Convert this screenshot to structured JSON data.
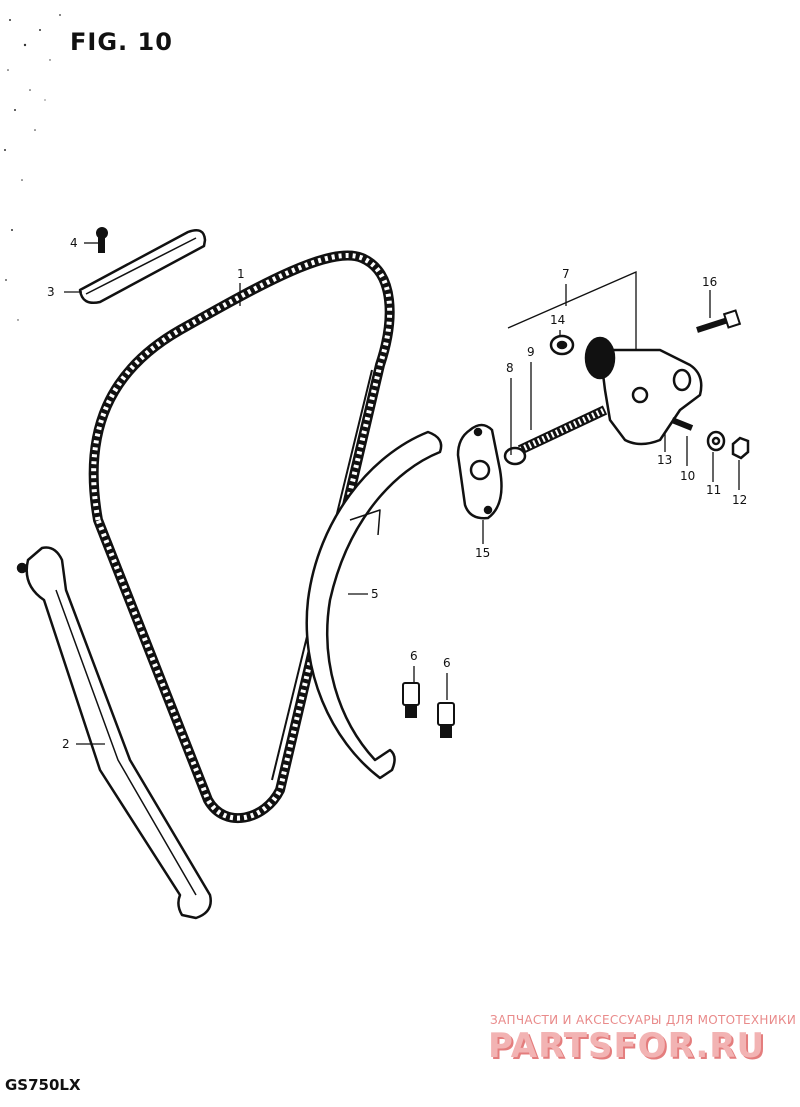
{
  "figure": {
    "title": "FIG. 10",
    "model": "GS750LX"
  },
  "callouts": {
    "p1": "1",
    "p2": "2",
    "p3": "3",
    "p4": "4",
    "p5": "5",
    "p6a": "6",
    "p6b": "6",
    "p7": "7",
    "p8": "8",
    "p9": "9",
    "p10": "10",
    "p11": "11",
    "p12": "12",
    "p13": "13",
    "p14": "14",
    "p15": "15",
    "p16": "16"
  },
  "watermark": {
    "tagline": "ЗАПЧАСТИ И АКСЕССУАРЫ ДЛЯ МОТОТЕХНИКИ",
    "logo": "PARTSFOR.RU",
    "colors": {
      "fill": "#f2b3b3",
      "shadow": "#e47d7d"
    }
  },
  "colors": {
    "ink": "#111111",
    "paper": "#ffffff"
  }
}
